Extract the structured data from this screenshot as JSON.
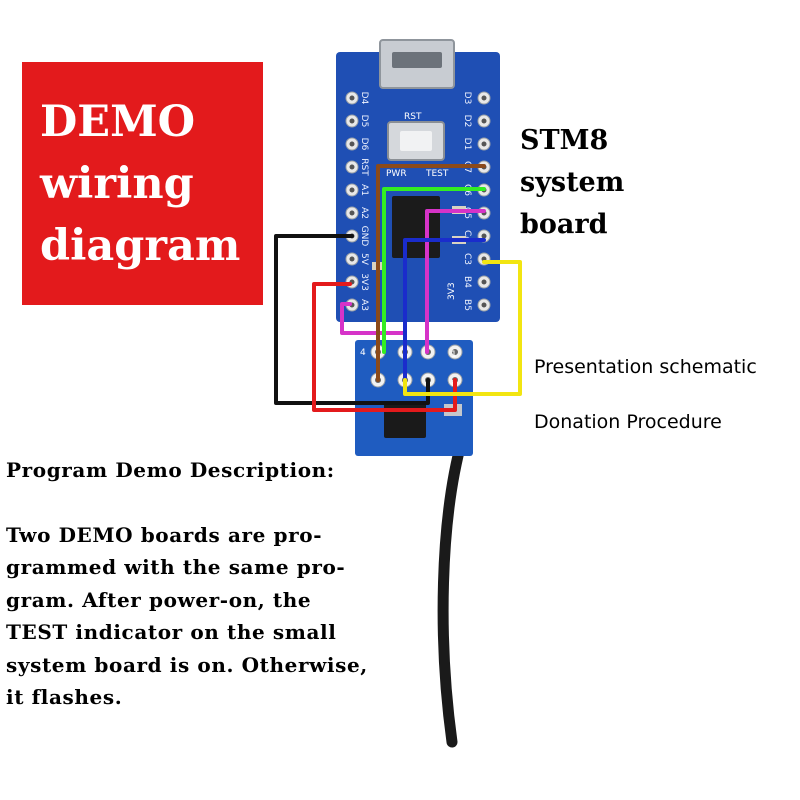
{
  "title_box": {
    "lines": [
      "DEMO",
      "wiring",
      "diagram"
    ]
  },
  "board_title": {
    "lines": [
      "STM8",
      "system",
      "board"
    ]
  },
  "labels": {
    "presentation": "Presentation schematic",
    "donation": "Donation Procedure"
  },
  "description": {
    "heading": "Program Demo Description:",
    "lines": [
      "Two DEMO boards are pro-",
      "grammed with the same pro-",
      "gram. After power-on, the",
      "TEST indicator on the small",
      "system board is on. Otherwise,",
      "it flashes."
    ]
  },
  "board": {
    "left_pins": [
      "D4",
      "D5",
      "D6",
      "RST",
      "A1",
      "A2",
      "GND",
      "5V",
      "3V3",
      "A3"
    ],
    "right_pins": [
      "D3",
      "D2",
      "D1",
      "C7",
      "C6",
      "C5",
      "C4",
      "C3",
      "B4",
      "B5"
    ],
    "silkscreen": [
      "RST",
      "PWR",
      "TEST",
      "3V3"
    ],
    "module_pins": [
      "4",
      "1",
      "8"
    ]
  },
  "colors": {
    "title_box": "#e31a1c",
    "pcb_board": "#1f4fb4",
    "pcb_module": "#1f5cc0",
    "wire_black": "#111111",
    "wire_red": "#e31a1c",
    "wire_magenta": "#d633c8",
    "wire_green": "#33ee22",
    "wire_blue": "#1a2ccc",
    "wire_yellow": "#f2e511",
    "wire_brown": "#8b4a1a",
    "antenna": "#1a1a1a"
  }
}
